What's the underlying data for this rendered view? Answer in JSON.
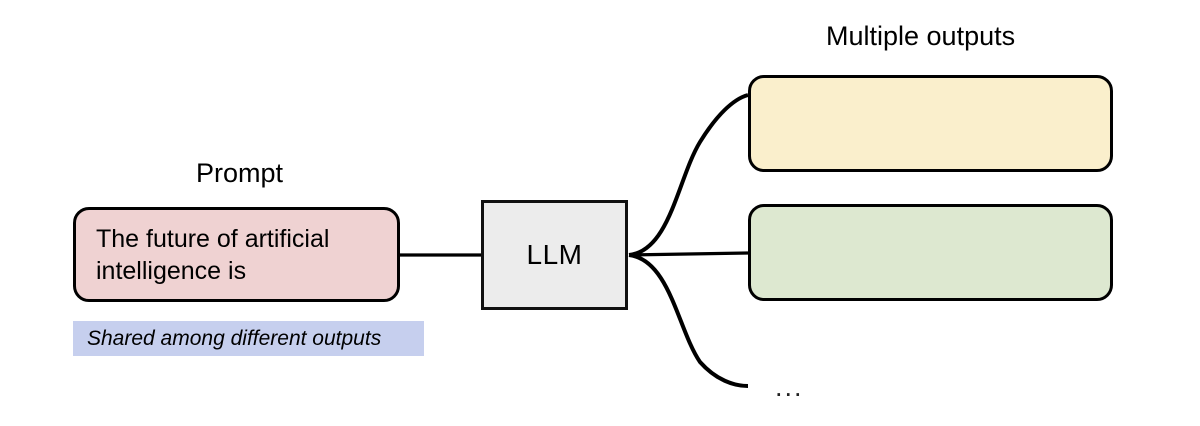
{
  "diagram": {
    "title_prompt": "Prompt",
    "title_outputs": "Multiple outputs",
    "prompt_box": {
      "text": "The future of artificial intelligence is",
      "fill": "#EFD2D2",
      "stroke": "#000000"
    },
    "shared_banner": {
      "text": "Shared among different outputs",
      "fill": "#C6CFEE"
    },
    "model_box": {
      "label": "LLM",
      "fill": "#ECECEC",
      "stroke": "#111111"
    },
    "outputs": [
      {
        "name": "output-1",
        "text": "",
        "fill": "#FAEFCC",
        "stroke": "#000000"
      },
      {
        "name": "output-2",
        "text": "",
        "fill": "#DDE8D0",
        "stroke": "#000000"
      }
    ],
    "more_outputs_marker": "...",
    "connectors": {
      "stroke": "#000000",
      "prompt_to_model": "straight",
      "model_to_outputs": "curved-fanout",
      "count": 3
    }
  }
}
